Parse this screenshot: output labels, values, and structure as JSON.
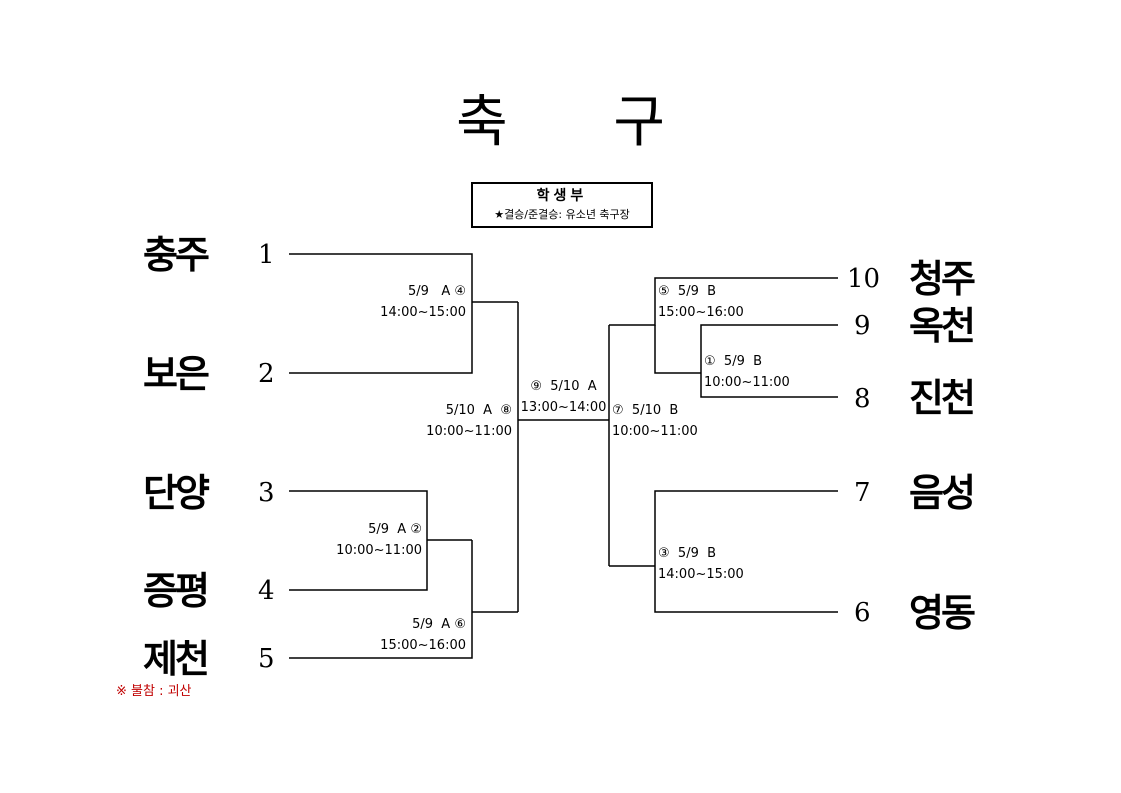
{
  "title": "축 구",
  "subtitle": {
    "heading": "학생부",
    "note": "★결승/준결승:  유소년 축구장"
  },
  "left_teams": [
    {
      "name": "충주",
      "seed": "1"
    },
    {
      "name": "보은",
      "seed": "2"
    },
    {
      "name": "단양",
      "seed": "3"
    },
    {
      "name": "증평",
      "seed": "4"
    },
    {
      "name": "제천",
      "seed": "5"
    }
  ],
  "right_teams": [
    {
      "name": "청주",
      "seed": "10"
    },
    {
      "name": "옥천",
      "seed": "9"
    },
    {
      "name": "진천",
      "seed": "8"
    },
    {
      "name": "음성",
      "seed": "7"
    },
    {
      "name": "영동",
      "seed": "6"
    }
  ],
  "matches": {
    "m4": {
      "date": "5/9   A ④",
      "time": "14:00~15:00"
    },
    "m2": {
      "date": "5/9  A ②",
      "time": "10:00~11:00"
    },
    "m6": {
      "date": "5/9  A ⑥",
      "time": "15:00~16:00"
    },
    "m8": {
      "date": "5/10  A  ⑧",
      "time": "10:00~11:00"
    },
    "m9": {
      "date": "⑨  5/10  A",
      "time": "13:00~14:00"
    },
    "m7": {
      "date": "⑦  5/10  B",
      "time": "10:00~11:00"
    },
    "m5": {
      "date": "⑤  5/9  B",
      "time": "15:00~16:00"
    },
    "m1": {
      "date": "①  5/9  B",
      "time": "10:00~11:00"
    },
    "m3": {
      "date": "③  5/9  B",
      "time": "14:00~15:00"
    }
  },
  "note": "※ 불참 : 괴산"
}
